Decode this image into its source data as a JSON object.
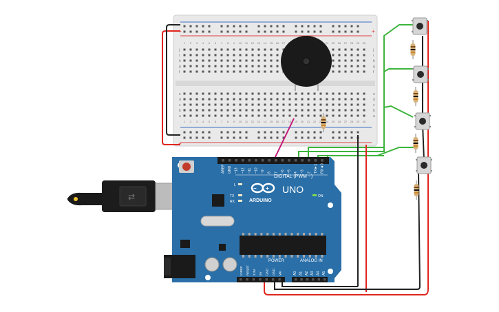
{
  "board": {
    "brand": "UNO",
    "logo_text": "ARDUINO",
    "digital_label": "DIGITAL (PWM ~)",
    "power_label": "POWER",
    "analog_label": "ANALOG IN",
    "on_label": "ON",
    "l_label": "L",
    "tx_label": "TX",
    "rx_label": "RX",
    "digital_pins": [
      "AREF",
      "GND",
      "~13",
      "~12",
      "~11",
      "~10",
      "~9",
      "8",
      "7",
      "~6",
      "~5",
      "4",
      "~3",
      "2",
      "TX►1",
      "RX◄0"
    ],
    "power_pins": [
      "IOREF",
      "RESET",
      "3.3V",
      "5V",
      "GND",
      "GND",
      "Vin"
    ],
    "analog_pins": [
      "A0",
      "A1",
      "A2",
      "A3",
      "A4",
      "A5"
    ]
  },
  "breadboard": {
    "column_numbers": [
      "1",
      "2",
      "3",
      "4",
      "5",
      "6",
      "7",
      "8",
      "9",
      "10",
      "11",
      "12",
      "13",
      "14",
      "15",
      "16",
      "17",
      "18",
      "19",
      "20",
      "21",
      "22",
      "23",
      "24",
      "25",
      "26",
      "27",
      "28",
      "29",
      "30"
    ],
    "rows_top": [
      "j",
      "i",
      "h",
      "g",
      "f"
    ],
    "rows_bottom": [
      "e",
      "d",
      "c",
      "b",
      "a"
    ],
    "rail_plus": "+",
    "rail_minus": "−"
  },
  "colors": {
    "board_blue": "#2a6fa8",
    "board_dark": "#1f5a8c",
    "wire_red": "#e0261e",
    "wire_black": "#222222",
    "wire_green": "#3cb43c",
    "wire_magenta": "#c2187a",
    "breadboard": "#e9e9e9",
    "rail_red": "#e04040",
    "rail_blue": "#3b6fc7"
  },
  "components": {
    "buzzer": "piezo-buzzer",
    "buttons": 4,
    "resistors": 5
  }
}
